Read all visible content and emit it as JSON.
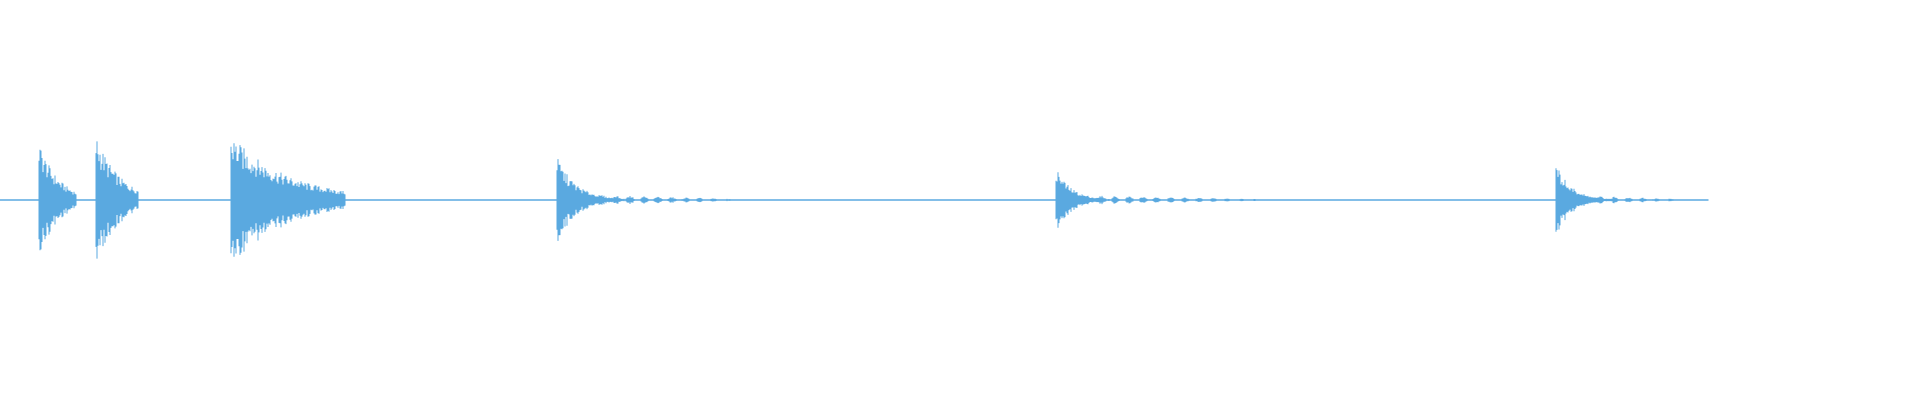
{
  "waveform": {
    "color": "#5aa9e0",
    "background": "#ffffff",
    "segments": [
      {
        "t": 0.0,
        "amp": 0.01,
        "decay": 0.0,
        "burst": 0.0
      },
      {
        "t": 0.02,
        "amp": 0.55,
        "decay": 0.01,
        "burst": 0.02
      },
      {
        "t": 0.05,
        "amp": 0.6,
        "decay": 0.012,
        "burst": 0.022
      },
      {
        "t": 0.12,
        "amp": 0.6,
        "decay": 0.03,
        "burst": 0.06
      },
      {
        "t": 0.29,
        "amp": 0.4,
        "decay": 0.01,
        "burst": 0.11
      },
      {
        "t": 0.55,
        "amp": 0.3,
        "decay": 0.008,
        "burst": 0.13
      },
      {
        "t": 0.81,
        "amp": 0.35,
        "decay": 0.008,
        "burst": 0.08
      }
    ],
    "end": 0.89
  }
}
